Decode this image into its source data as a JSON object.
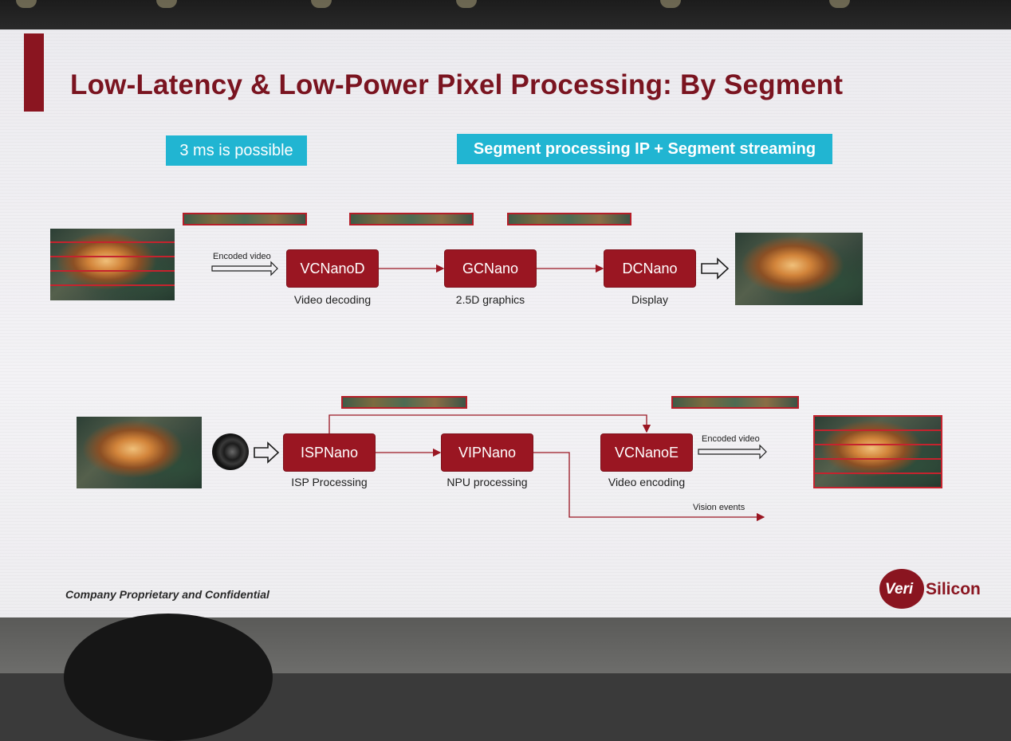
{
  "slide": {
    "title": "Low-Latency & Low-Power Pixel Processing: By Segment",
    "badges": {
      "latency": "3 ms is possible",
      "approach": "Segment processing IP + Segment streaming"
    },
    "footer": "Company Proprietary and Confidential",
    "logo": {
      "part1": "Veri",
      "part2": "Silicon"
    }
  },
  "pipeline_top": {
    "input_label": "Encoded video",
    "blocks": [
      {
        "label": "VCNanoD",
        "caption": "Video decoding"
      },
      {
        "label": "GCNano",
        "caption": "2.5D graphics"
      },
      {
        "label": "DCNano",
        "caption": "Display"
      }
    ]
  },
  "pipeline_bottom": {
    "blocks": [
      {
        "label": "ISPNano",
        "caption": "ISP Processing"
      },
      {
        "label": "VIPNano",
        "caption": "NPU processing"
      },
      {
        "label": "VCNanoE",
        "caption": "Video encoding"
      }
    ],
    "output_label": "Encoded video",
    "events_label": "Vision events"
  },
  "colors": {
    "brand_red": "#9a1622",
    "accent_blue": "#21b5d2",
    "title_red": "#7a1420"
  },
  "icons": [
    "camera-icon",
    "hollow-arrow-icon",
    "veri-silicon-logo"
  ]
}
